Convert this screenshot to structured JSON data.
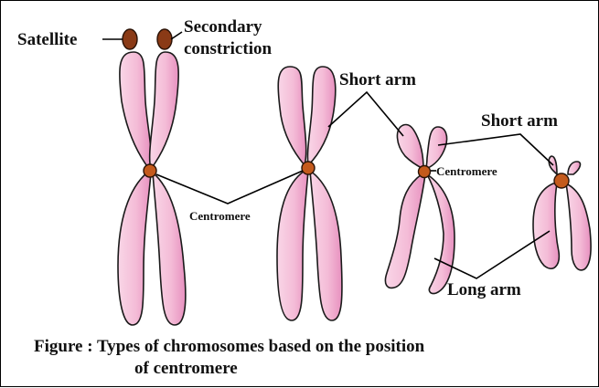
{
  "labels": {
    "satellite": "Satellite",
    "secondary_line1": "Secondary",
    "secondary_line2": "constriction",
    "short_arm_1": "Short arm",
    "short_arm_2": "Short arm",
    "centromere_1": "Centromere",
    "centromere_2": "Centromere",
    "long_arm": "Long arm"
  },
  "caption": {
    "line1": "Figure : Types of chromosomes based on the position",
    "line2": "of centromere"
  },
  "colors": {
    "chromatid_fill": "#f6c6dd",
    "chromatid_shade": "#e98fbf",
    "centromere": "#c45a1c",
    "satellite": "#8a3a16"
  }
}
